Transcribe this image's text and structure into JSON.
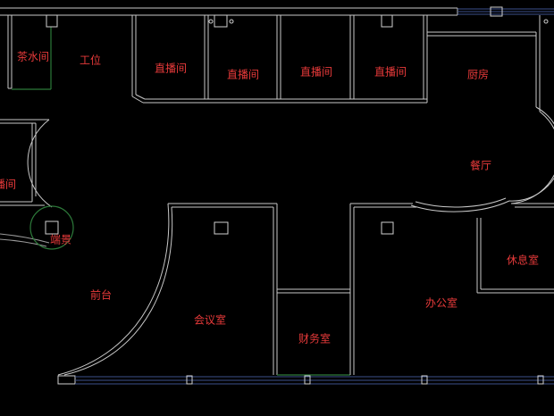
{
  "rooms": {
    "tea_room": "茶水间",
    "workstation": "工位",
    "live_1": "直播间",
    "live_2": "直播间",
    "live_3": "直播间",
    "live_4": "直播间",
    "kitchen": "厨房",
    "dining": "餐厅",
    "live_left_partial": "播间",
    "landscape": "端景",
    "reception": "前台",
    "meeting_room": "会议室",
    "finance_room": "财务室",
    "office": "办公室",
    "lounge": "休息室"
  },
  "colors": {
    "background": "#000000",
    "wall": "#c8c8c8",
    "label": "#e83a3a",
    "green_line": "#2d7a3a",
    "window_line": "#3b4f8c"
  }
}
